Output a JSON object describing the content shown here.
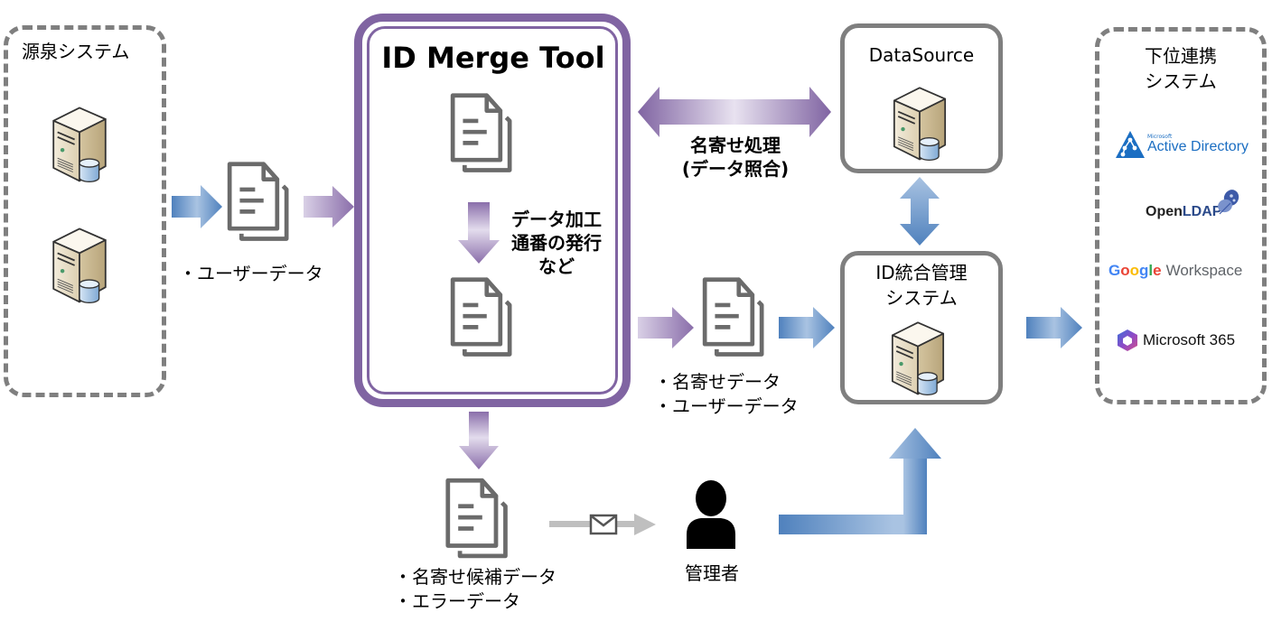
{
  "source_system": {
    "title": "源泉システム",
    "servers": [
      "server-1",
      "server-2"
    ]
  },
  "user_data_doc": {
    "items": [
      "ユーザーデータ"
    ]
  },
  "merge_tool": {
    "title": "ID Merge Tool",
    "process_label_lines": [
      "データ加工",
      "通番の発行",
      "など"
    ]
  },
  "matching": {
    "label_lines": [
      "名寄せ処理",
      "(データ照合)"
    ]
  },
  "datasource": {
    "title": "DataSource"
  },
  "id_system": {
    "title_lines": [
      "ID統合管理",
      "システム"
    ]
  },
  "output_doc": {
    "items": [
      "名寄せデータ",
      "ユーザーデータ"
    ]
  },
  "candidate_doc": {
    "items": [
      "名寄せ候補データ",
      "エラーデータ"
    ]
  },
  "mail": {
    "icon": "envelope-icon"
  },
  "admin": {
    "label": "管理者",
    "icon": "person-icon"
  },
  "downstream": {
    "title_lines": [
      "下位連携",
      "システム"
    ],
    "logos": [
      {
        "small": "Microsoft",
        "name": "Active Directory"
      },
      {
        "name_a": "Open",
        "name_b": "LDAP"
      },
      {
        "brand": "Google",
        "name": "Workspace"
      },
      {
        "name": "Microsoft 365"
      }
    ]
  },
  "colors": {
    "purple": "#8064a2",
    "blue": "#4f81bd",
    "gray_border": "#7f7f7f",
    "doc_icon": "#6b6b6b"
  }
}
